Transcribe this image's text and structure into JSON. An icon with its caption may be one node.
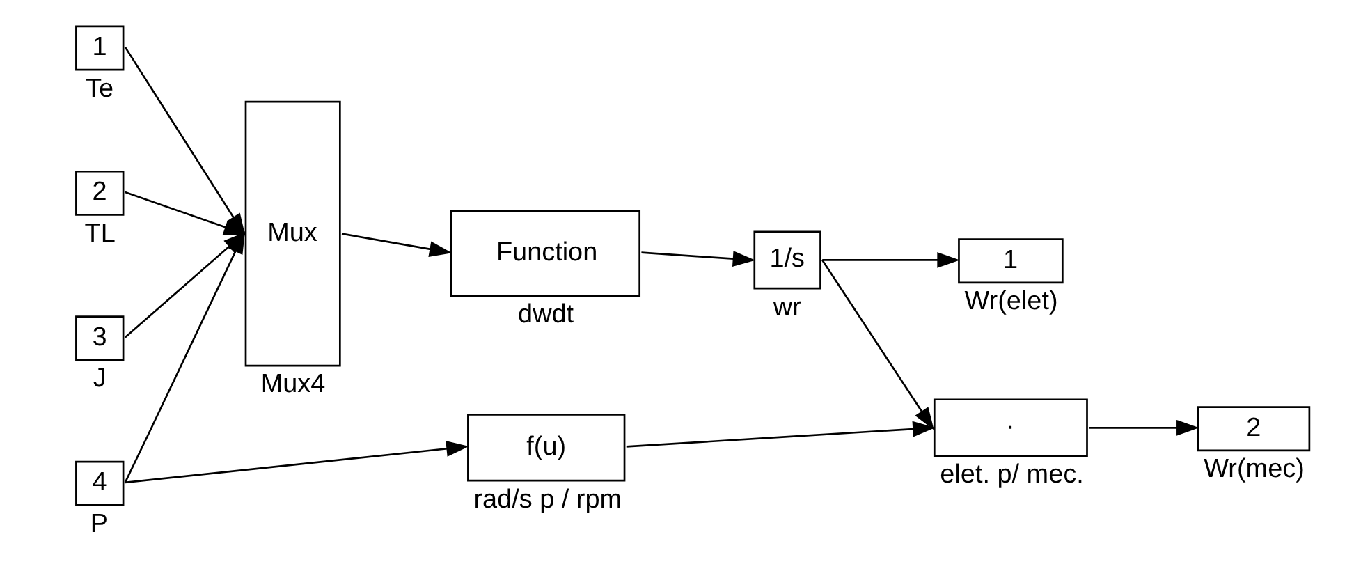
{
  "diagram": {
    "nodes": [
      {
        "text": [
          "1"
        ],
        "beside": [
          "Te"
        ]
      },
      {
        "text": [
          "2"
        ],
        "beside": [
          "TL"
        ]
      },
      {
        "text": [
          "3"
        ],
        "beside": [
          "J"
        ]
      },
      {
        "text": [
          "4"
        ],
        "beside": [
          "P"
        ]
      },
      {
        "text": [
          "Mux"
        ],
        "beside": [
          "Mux4"
        ]
      },
      {
        "text": [
          "Function"
        ],
        "beside": [
          "dwdt"
        ]
      },
      {
        "text": [
          "1/s"
        ],
        "beside": [
          "wr"
        ]
      },
      {
        "text": [
          "f(u)"
        ],
        "beside": [
          "rad/s p / rpm"
        ]
      },
      {
        "text": [
          "·"
        ],
        "beside": [
          "elet. p/ mec."
        ]
      },
      {
        "text": [
          "1"
        ],
        "beside": [
          "Wr(elet)"
        ]
      },
      {
        "text": [
          "2"
        ],
        "beside": [
          "Wr(mec)"
        ]
      }
    ],
    "edges": [
      {
        "from": 0,
        "to": 4,
        "arrow": "to"
      },
      {
        "from": 1,
        "to": 4,
        "arrow": "to"
      },
      {
        "from": 2,
        "to": 4,
        "arrow": "to"
      },
      {
        "from": 3,
        "to": 4,
        "arrow": "to"
      },
      {
        "from": 3,
        "to": 7,
        "arrow": "to"
      },
      {
        "from": 4,
        "to": 5,
        "arrow": "to"
      },
      {
        "from": 5,
        "to": 6,
        "arrow": "to"
      },
      {
        "from": 6,
        "to": 9,
        "arrow": "to"
      },
      {
        "from": 6,
        "to": 8,
        "arrow": "to"
      },
      {
        "from": 7,
        "to": 8,
        "arrow": "to"
      },
      {
        "from": 8,
        "to": 10,
        "arrow": "to"
      }
    ]
  }
}
